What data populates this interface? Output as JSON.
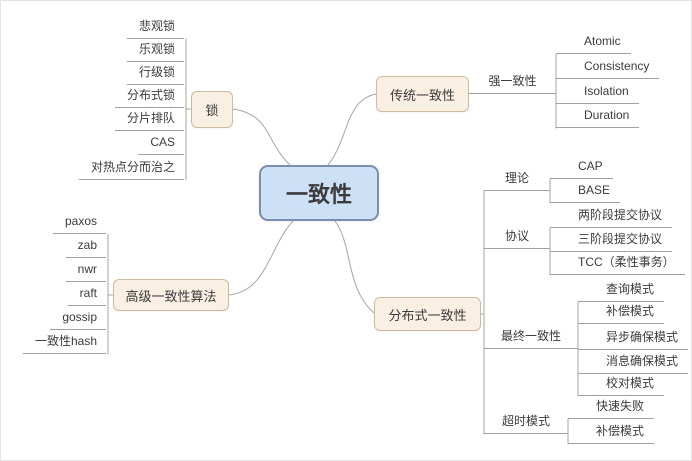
{
  "center": {
    "label": "一致性"
  },
  "branches": {
    "lock": {
      "label": "锁",
      "children": [
        "悲观锁",
        "乐观锁",
        "行级锁",
        "分布式锁",
        "分片排队",
        "CAS",
        "对热点分而治之"
      ]
    },
    "traditional": {
      "label": "传统一致性",
      "strong": {
        "label": "强一致性",
        "children": [
          "Atomic",
          "Consistency",
          "Isolation",
          "Duration"
        ]
      }
    },
    "advanced": {
      "label": "高级一致性算法",
      "children": [
        "paxos",
        "zab",
        "nwr",
        "raft",
        "gossip",
        "一致性hash"
      ]
    },
    "distributed": {
      "label": "分布式一致性",
      "groups": [
        {
          "label": "理论",
          "children": [
            "CAP",
            "BASE"
          ]
        },
        {
          "label": "协议",
          "children": [
            "两阶段提交协议",
            "三阶段提交协议",
            "TCC（柔性事务）"
          ]
        },
        {
          "label": "最终一致性",
          "children": [
            "查询模式",
            "补偿模式",
            "异步确保模式",
            "消息确保模式",
            "校对模式"
          ]
        },
        {
          "label": "超时模式",
          "children": [
            "快速失败",
            "补偿模式"
          ]
        }
      ]
    }
  },
  "colors": {
    "center_fill": "#cde1f6",
    "center_border": "#7b8db0",
    "branch_fill": "#f9efe2",
    "branch_border": "#cdbb9f",
    "line": "#a6a6a6",
    "text": "#3b3b3b",
    "background": "#ffffff"
  }
}
